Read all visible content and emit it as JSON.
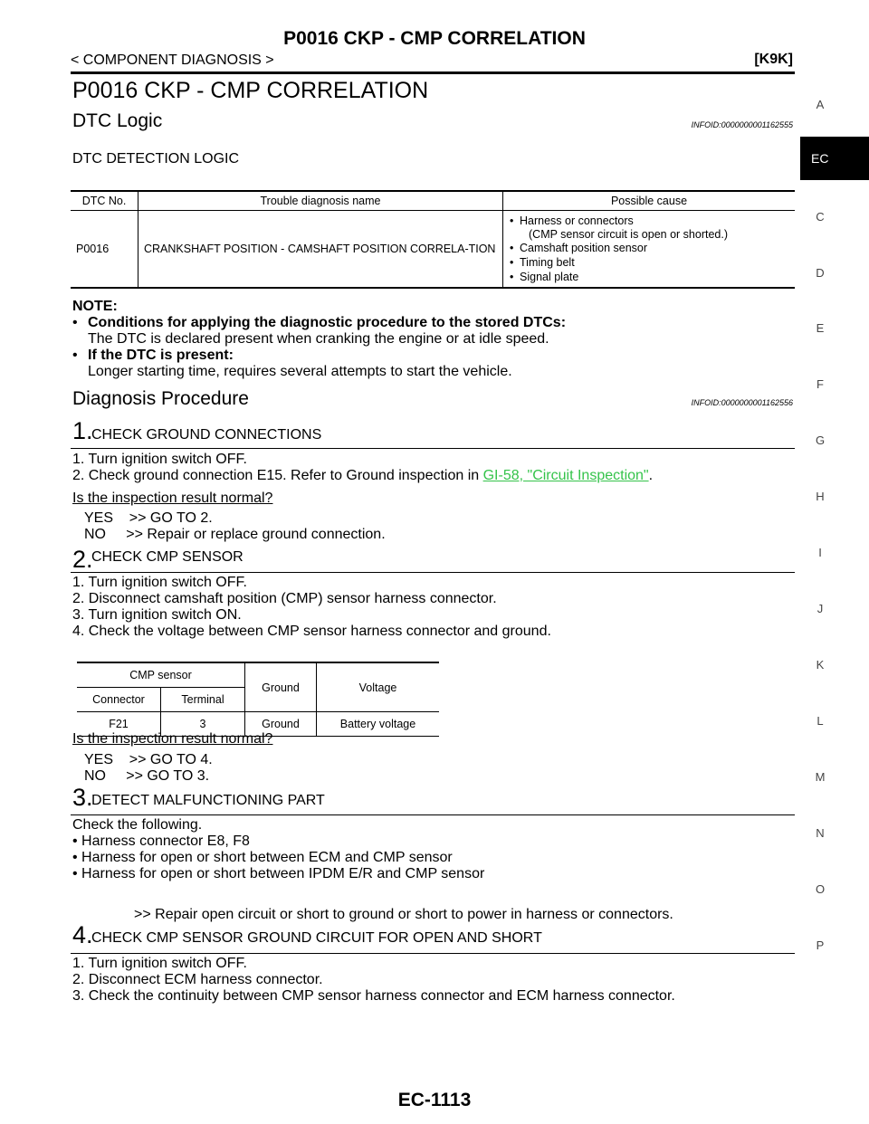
{
  "header": {
    "title": "P0016 CKP - CMP CORRELATION",
    "section": "< COMPONENT DIAGNOSIS >",
    "code": "[K9K]"
  },
  "page_title": "P0016 CKP - CMP CORRELATION",
  "dtc_logic": {
    "heading": "DTC Logic",
    "info_id": "INFOID:0000000001162555",
    "sub_heading": "DTC DETECTION LOGIC",
    "table": {
      "headers": [
        "DTC No.",
        "Trouble diagnosis name",
        "Possible cause"
      ],
      "dtc_no": "P0016",
      "name": "CRANKSHAFT POSITION - CAMSHAFT POSITION CORRELA-TION",
      "causes": [
        "Harness or connectors",
        "(CMP sensor circuit is open or shorted.)",
        "Camshaft position sensor",
        "Timing belt",
        "Signal plate"
      ]
    }
  },
  "note": {
    "label": "NOTE:",
    "items": [
      {
        "bold": "Conditions for applying the diagnostic procedure to the stored DTCs:",
        "text": "The DTC is declared present when cranking the engine or at idle speed."
      },
      {
        "bold": "If the DTC is present:",
        "text": "Longer starting time, requires several attempts to start the vehicle."
      }
    ]
  },
  "diagnosis": {
    "heading": "Diagnosis Procedure",
    "info_id": "INFOID:0000000001162556"
  },
  "step1": {
    "num": "1.",
    "title": "CHECK GROUND CONNECTIONS",
    "line1": "1. Turn ignition switch OFF.",
    "line2_pre": "2.  Check ground connection E15. Refer to Ground inspection in ",
    "line2_link": "GI-58, \"Circuit Inspection\"",
    "line2_post": ".",
    "question": "Is the inspection result normal?",
    "yes": "YES    >> GO TO 2.",
    "no": "NO     >> Repair or replace ground connection."
  },
  "step2": {
    "num": "2.",
    "title": "CHECK CMP SENSOR",
    "lines": [
      "1. Turn ignition switch OFF.",
      "2. Disconnect camshaft position (CMP) sensor harness connector.",
      "3. Turn ignition switch ON.",
      "4. Check the voltage between CMP sensor harness connector and ground."
    ],
    "table": {
      "cmp_sensor": "CMP sensor",
      "ground_h": "Ground",
      "voltage_h": "Voltage",
      "connector_h": "Connector",
      "terminal_h": "Terminal",
      "row": [
        "F21",
        "3",
        "Ground",
        "Battery voltage"
      ]
    },
    "question": "Is the inspection result normal?",
    "yes": "YES    >> GO TO 4.",
    "no": "NO     >> GO TO 3."
  },
  "step3": {
    "num": "3.",
    "title": "DETECT MALFUNCTIONING PART",
    "lines": [
      "Check the following.",
      "• Harness connector E8, F8",
      "• Harness for open or short between ECM and CMP sensor",
      "• Harness for open or short between IPDM E/R and CMP sensor"
    ],
    "result": ">> Repair open circuit or short to ground or short to power in harness or connectors."
  },
  "step4": {
    "num": "4.",
    "title": "CHECK CMP SENSOR GROUND CIRCUIT FOR OPEN AND SHORT",
    "lines": [
      "1. Turn ignition switch OFF.",
      "2. Disconnect ECM harness connector.",
      "3. Check the continuity between CMP sensor harness connector and ECM harness connector."
    ]
  },
  "side_index": {
    "active": "EC",
    "letters": [
      "A",
      "C",
      "D",
      "E",
      "F",
      "G",
      "H",
      "I",
      "J",
      "K",
      "L",
      "M",
      "N",
      "O",
      "P"
    ]
  },
  "page_number": "EC-1113"
}
